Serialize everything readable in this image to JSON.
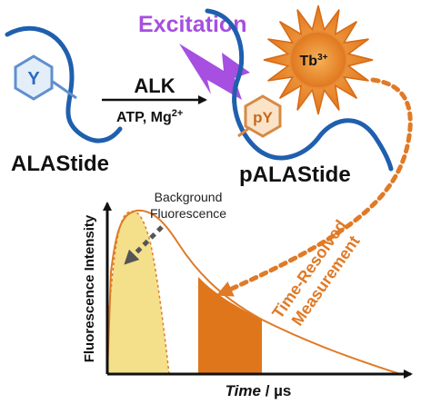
{
  "labels": {
    "excitation": "Excitation",
    "substrate": "ALAStide",
    "product": "pALAStide",
    "enzyme": "ALK",
    "cofactors": "ATP, Mg",
    "cofactors_sup": "2+",
    "tyrosine": "Y",
    "phosphotyrosine": "pY",
    "terbium": "Tb",
    "terbium_sup": "3+",
    "background_line1": "Background",
    "background_line2": "Fluorescence",
    "trm_line1": "Time-Resolved",
    "trm_line2": "Measurement",
    "y_axis": "Fluorescence Intensity",
    "x_axis_var": "Time",
    "x_axis_unit": " / µs"
  },
  "colors": {
    "peptide_blue": "#1f5fae",
    "hexagon_fill": "#e4eef9",
    "hexagon_stroke": "#5f8fcf",
    "excitation_purple": "#a64fe0",
    "terbium_orange": "#e07a26",
    "pY_fill": "#fbe3c8",
    "background_fill": "#f4e08a",
    "signal_fill": "#e0761c",
    "background_arrow": "#555555",
    "text_dark": "#111111"
  },
  "icons": [
    "lightning-bolt-icon",
    "sunburst-icon",
    "hexagon-icon"
  ]
}
